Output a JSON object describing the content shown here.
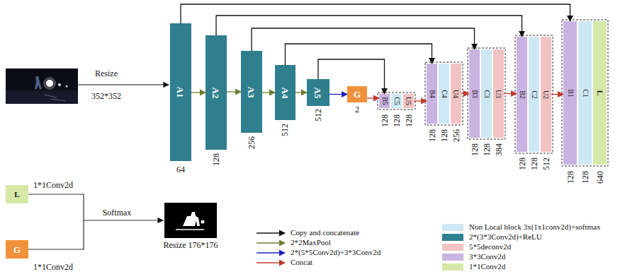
{
  "diagram": {
    "nodes": [
      {
        "text": [
          "A1"
        ]
      },
      {
        "text": [
          "A2"
        ]
      },
      {
        "text": [
          "A3"
        ]
      },
      {
        "text": [
          "A4"
        ]
      },
      {
        "text": [
          "A5"
        ]
      },
      {
        "text": [
          "G"
        ]
      },
      {
        "text": [
          "B5"
        ]
      },
      {
        "text": [
          "C5"
        ]
      },
      {
        "text": [
          "U5"
        ]
      },
      {
        "text": [
          "B4"
        ]
      },
      {
        "text": [
          "C4"
        ]
      },
      {
        "text": [
          "U4"
        ]
      },
      {
        "text": [
          "B3"
        ]
      },
      {
        "text": [
          "C3"
        ]
      },
      {
        "text": [
          "U3"
        ]
      },
      {
        "text": [
          "B2"
        ]
      },
      {
        "text": [
          "C2"
        ]
      },
      {
        "text": [
          "U2"
        ]
      },
      {
        "text": [
          "B1"
        ]
      },
      {
        "text": [
          "C1"
        ]
      },
      {
        "text": [
          "L"
        ]
      },
      {
        "text": [
          "L"
        ]
      },
      {
        "text": [
          "G"
        ]
      }
    ],
    "edges": [
      {
        "from": 0,
        "to": 1,
        "arrow": "to"
      },
      {
        "from": 1,
        "to": 2,
        "arrow": "to"
      },
      {
        "from": 2,
        "to": 3,
        "arrow": "to"
      },
      {
        "from": 3,
        "to": 4,
        "arrow": "to"
      },
      {
        "from": 4,
        "to": 5,
        "arrow": "to"
      },
      {
        "from": 5,
        "to": 6,
        "arrow": "to"
      },
      {
        "from": 8,
        "to": 9,
        "arrow": "to"
      },
      {
        "from": 11,
        "to": 12,
        "arrow": "to"
      },
      {
        "from": 14,
        "to": 15,
        "arrow": "to"
      },
      {
        "from": 17,
        "to": 18,
        "arrow": "to"
      },
      {
        "from": 4,
        "to": 6,
        "arrow": "to"
      },
      {
        "from": 3,
        "to": 9,
        "arrow": "to"
      },
      {
        "from": 2,
        "to": 12,
        "arrow": "to"
      },
      {
        "from": 1,
        "to": 15,
        "arrow": "to"
      },
      {
        "from": 0,
        "to": 18,
        "arrow": "to"
      }
    ],
    "labels": [
      "Resize",
      "352*352",
      "64",
      "128",
      "256",
      "512",
      "512",
      "2",
      "128",
      "128",
      "128",
      "128",
      "128",
      "256",
      "128",
      "128",
      "384",
      "128",
      "128",
      "512",
      "128",
      "128",
      "640",
      "1*1Conv2d",
      "1*1Conv2d",
      "Softmax",
      "Resize 176*176"
    ],
    "legend": [
      {
        "text": "Copy and concatenate"
      },
      {
        "text": "2*2MaxPool"
      },
      {
        "text": "2*(5*5Conv2d)+3*3Conv2d"
      },
      {
        "text": "Concat"
      },
      {
        "text": "Non Local block 3x(1x1conv2d)+softmax",
        "color": "#cde8f4"
      },
      {
        "text": "2*(3*3Conv2d)+ReLU",
        "color": "#2f7f8f"
      },
      {
        "text": "5*5deconv2d",
        "color": "#f2c3c3"
      },
      {
        "text": "3*3Conv2d",
        "color": "#c9b3e0"
      },
      {
        "text": "1*1Conv2d",
        "color": "#d6e8a8"
      }
    ]
  }
}
